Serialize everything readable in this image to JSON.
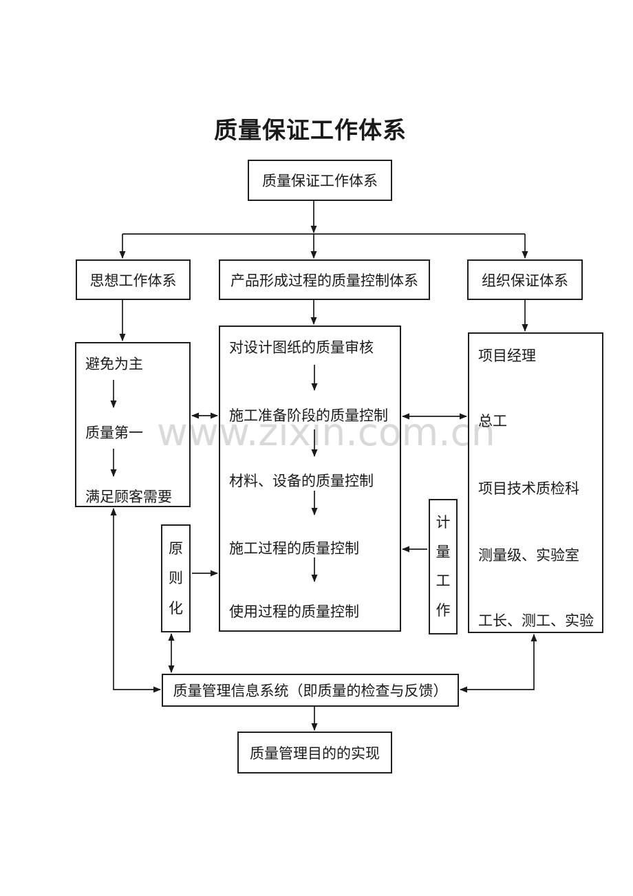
{
  "page": {
    "title": "质量保证工作体系",
    "watermark": "www.zixin.com.cn"
  },
  "colors": {
    "line": "#1a1a1a",
    "box_border": "#1f1f1f",
    "watermark": "#d9d9d9"
  },
  "chart": {
    "root": "质量保证工作体系",
    "branches": {
      "thought": "思想工作体系",
      "process": "产品形成过程的质量控制体系",
      "organization": "组织保证体系"
    },
    "thought_items": [
      "避免为主",
      "质量第一",
      "满足顾客需要"
    ],
    "process_items": [
      "对设计图纸的质量审核",
      "施工准备阶段的质量控制",
      "材料、设备的质量控制",
      "施工过程的质量控制",
      "使用过程的质量控制"
    ],
    "organization_items": [
      "项目经理",
      "总工",
      "项目技术质检科",
      "测量级、实验室",
      "工长、测工、实验"
    ],
    "principle": "原则化",
    "metrology": "计量工作",
    "info_system": "质量管理信息系统（即质量的检查与反馈）",
    "goal": "质量管理目的的实现"
  }
}
